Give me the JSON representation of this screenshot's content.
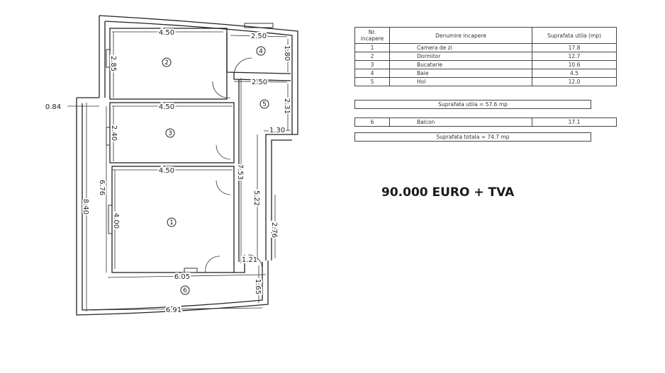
{
  "plan": {
    "rooms": [
      {
        "nr": "1"
      },
      {
        "nr": "2"
      },
      {
        "nr": "3"
      },
      {
        "nr": "4"
      },
      {
        "nr": "5"
      },
      {
        "nr": "6"
      }
    ],
    "dimensions": {
      "room2_width": "4.50",
      "room2_height": "2.85",
      "room4_width": "2.50",
      "room4_height": "1.80",
      "room5_width": "2.50",
      "room5_height": "2.31",
      "room5_step": "1.30",
      "left_offset": "0.84",
      "room3_width": "4.50",
      "room3_height": "2.40",
      "room1_width": "4.50",
      "room1_height": "4.00",
      "inner_height": "7.53",
      "left_inner": "6.76",
      "left_outer": "8.40",
      "hall_height": "5.22",
      "hall_lower": "2.76",
      "door_width": "1.21",
      "bottom_inner": "6.05",
      "balcony_depth": "1.65",
      "bottom_outer": "6.91"
    }
  },
  "price": "90.000 EURO + TVA",
  "table": {
    "headers": {
      "nr": "Nr. incapere",
      "name": "Denumire incapere",
      "area": "Suprafata utila (mp)"
    },
    "rows": [
      {
        "nr": "1",
        "name": "Camera de zi",
        "area": "17.8"
      },
      {
        "nr": "2",
        "name": "Dormitor",
        "area": "12.7"
      },
      {
        "nr": "3",
        "name": "Bucatarie",
        "area": "10.6"
      },
      {
        "nr": "4",
        "name": "Baie",
        "area": "4.5"
      },
      {
        "nr": "5",
        "name": "Hol",
        "area": "12.0"
      }
    ],
    "useful_total": "Suprafata utila = 57.6 mp",
    "balcony": {
      "nr": "6",
      "name": "Balcon",
      "area": "17.1"
    },
    "grand_total": "Suprafata totala = 74.7 mp"
  }
}
